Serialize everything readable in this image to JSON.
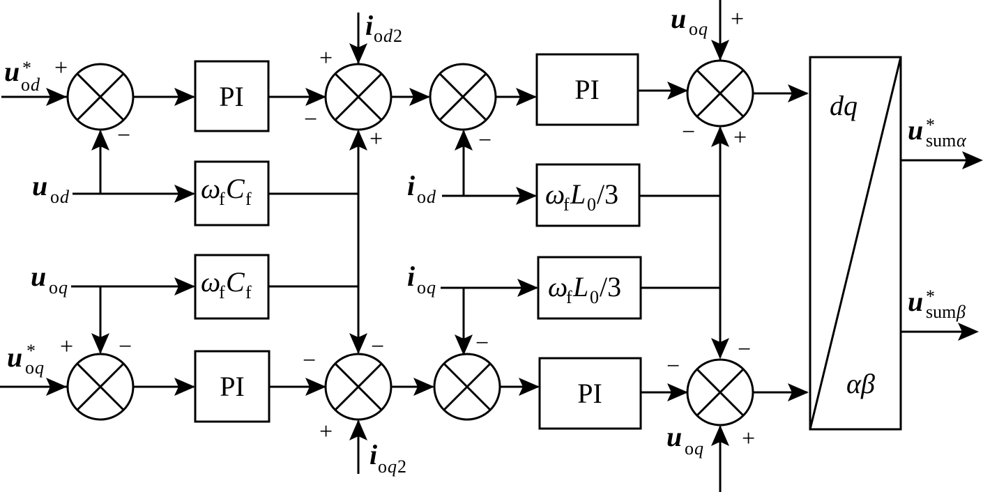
{
  "diagram": {
    "type": "control block diagram",
    "blocks": {
      "pi": "PI",
      "omega": "ω",
      "omega_sub": "f",
      "cf_main": "C",
      "cf_sub": "f",
      "l0_main": "L",
      "l0_sub": "0",
      "l0_div": "/3",
      "transform_top": "dq",
      "transform_bottom": "αβ"
    },
    "signals": {
      "u_main": "u",
      "i_main": "i",
      "star": "*",
      "od": "od",
      "oq": "oq",
      "od2": "od2",
      "oq2": "oq2",
      "sum_alpha_sub": "sum",
      "alpha": "α",
      "beta": "β"
    },
    "signs": {
      "plus": "+",
      "minus": "−"
    }
  }
}
